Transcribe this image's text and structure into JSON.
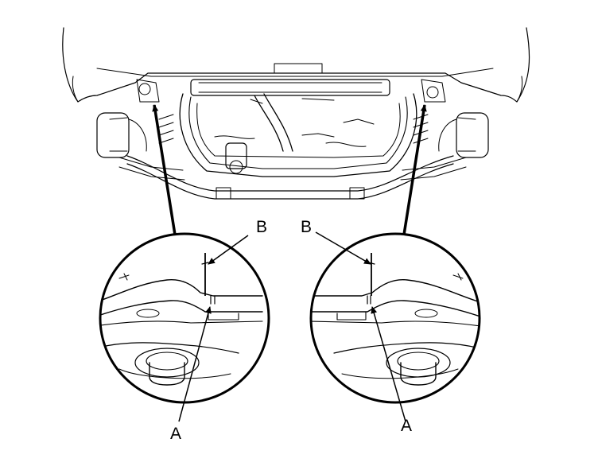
{
  "labels": {
    "left_a": "A",
    "left_b": "B",
    "right_a": "A",
    "right_b": "B"
  },
  "colors": {
    "ink": "#000000",
    "paper": "#ffffff"
  }
}
